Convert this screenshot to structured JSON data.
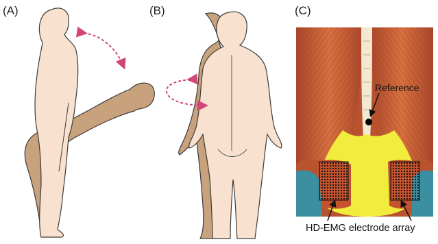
{
  "panels": {
    "a": {
      "label": "(A)"
    },
    "b": {
      "label": "(B)"
    },
    "c": {
      "label": "(C)"
    }
  },
  "annotations": {
    "reference": "Reference",
    "electrode_array": "HD-EMG electrode array"
  },
  "colors": {
    "skin_light": "#f8e2cf",
    "skin_dark": "#c8a17d",
    "outline": "#3a3a3a",
    "arrow_magenta": "#d0467a",
    "muscle_red": "#c8542f",
    "fascia_yellow": "#f2ec3c",
    "teal": "#3b8fa0"
  }
}
